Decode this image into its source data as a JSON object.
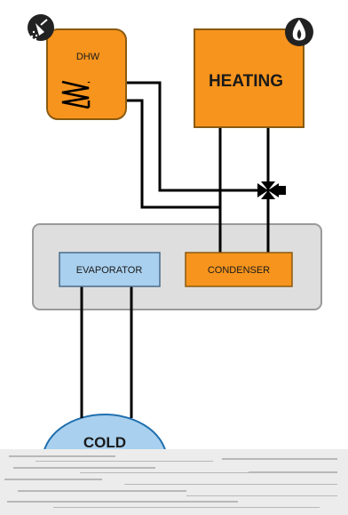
{
  "colors": {
    "orange": "#F7941D",
    "orange_border": "#8a5a10",
    "blue": "#A9D0EE",
    "blue_border": "#4a6b8a",
    "gray_panel": "#DEDEDE",
    "gray_border": "#9a9a9a",
    "pipe": "#000000",
    "icon_bg": "#222222"
  },
  "dhw": {
    "label": "DHW",
    "icon": "shower-icon"
  },
  "heating": {
    "label": "HEATING",
    "icon": "flame-icon"
  },
  "valve": {
    "icon": "three-way-valve-icon"
  },
  "evaporator": {
    "label": "EVAPORATOR"
  },
  "condenser": {
    "label": "CONDENSER"
  },
  "cold": {
    "label": "COLD"
  }
}
